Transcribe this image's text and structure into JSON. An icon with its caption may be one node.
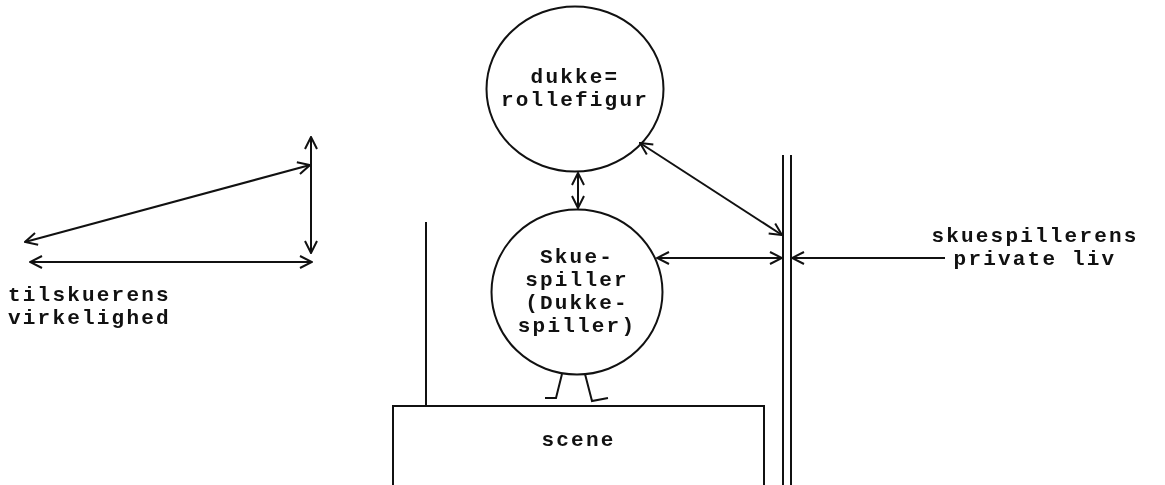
{
  "diagram": {
    "nodes": [
      {
        "text": [
          "dukke= rollefigur"
        ]
      },
      {
        "text": [
          "Skue- spiller (Dukke- spiller)"
        ]
      },
      {
        "text": [
          "scene"
        ]
      },
      {
        "text": [
          "tilskuerens virkelighed"
        ]
      },
      {
        "text": [
          "skuespillerens private liv"
        ]
      },
      {
        "text": [],
        "shape": "bar"
      }
    ],
    "edges": [
      {
        "from": 3,
        "to": null,
        "arrow": "both"
      },
      {
        "from": 3,
        "to": null,
        "arrow": "both"
      },
      {
        "from": 0,
        "to": 1,
        "arrow": "both"
      },
      {
        "from": 0,
        "to": 5,
        "arrow": "both"
      },
      {
        "from": 1,
        "to": 5,
        "arrow": "both"
      },
      {
        "from": 4,
        "to": 5,
        "arrow": "to"
      }
    ]
  }
}
